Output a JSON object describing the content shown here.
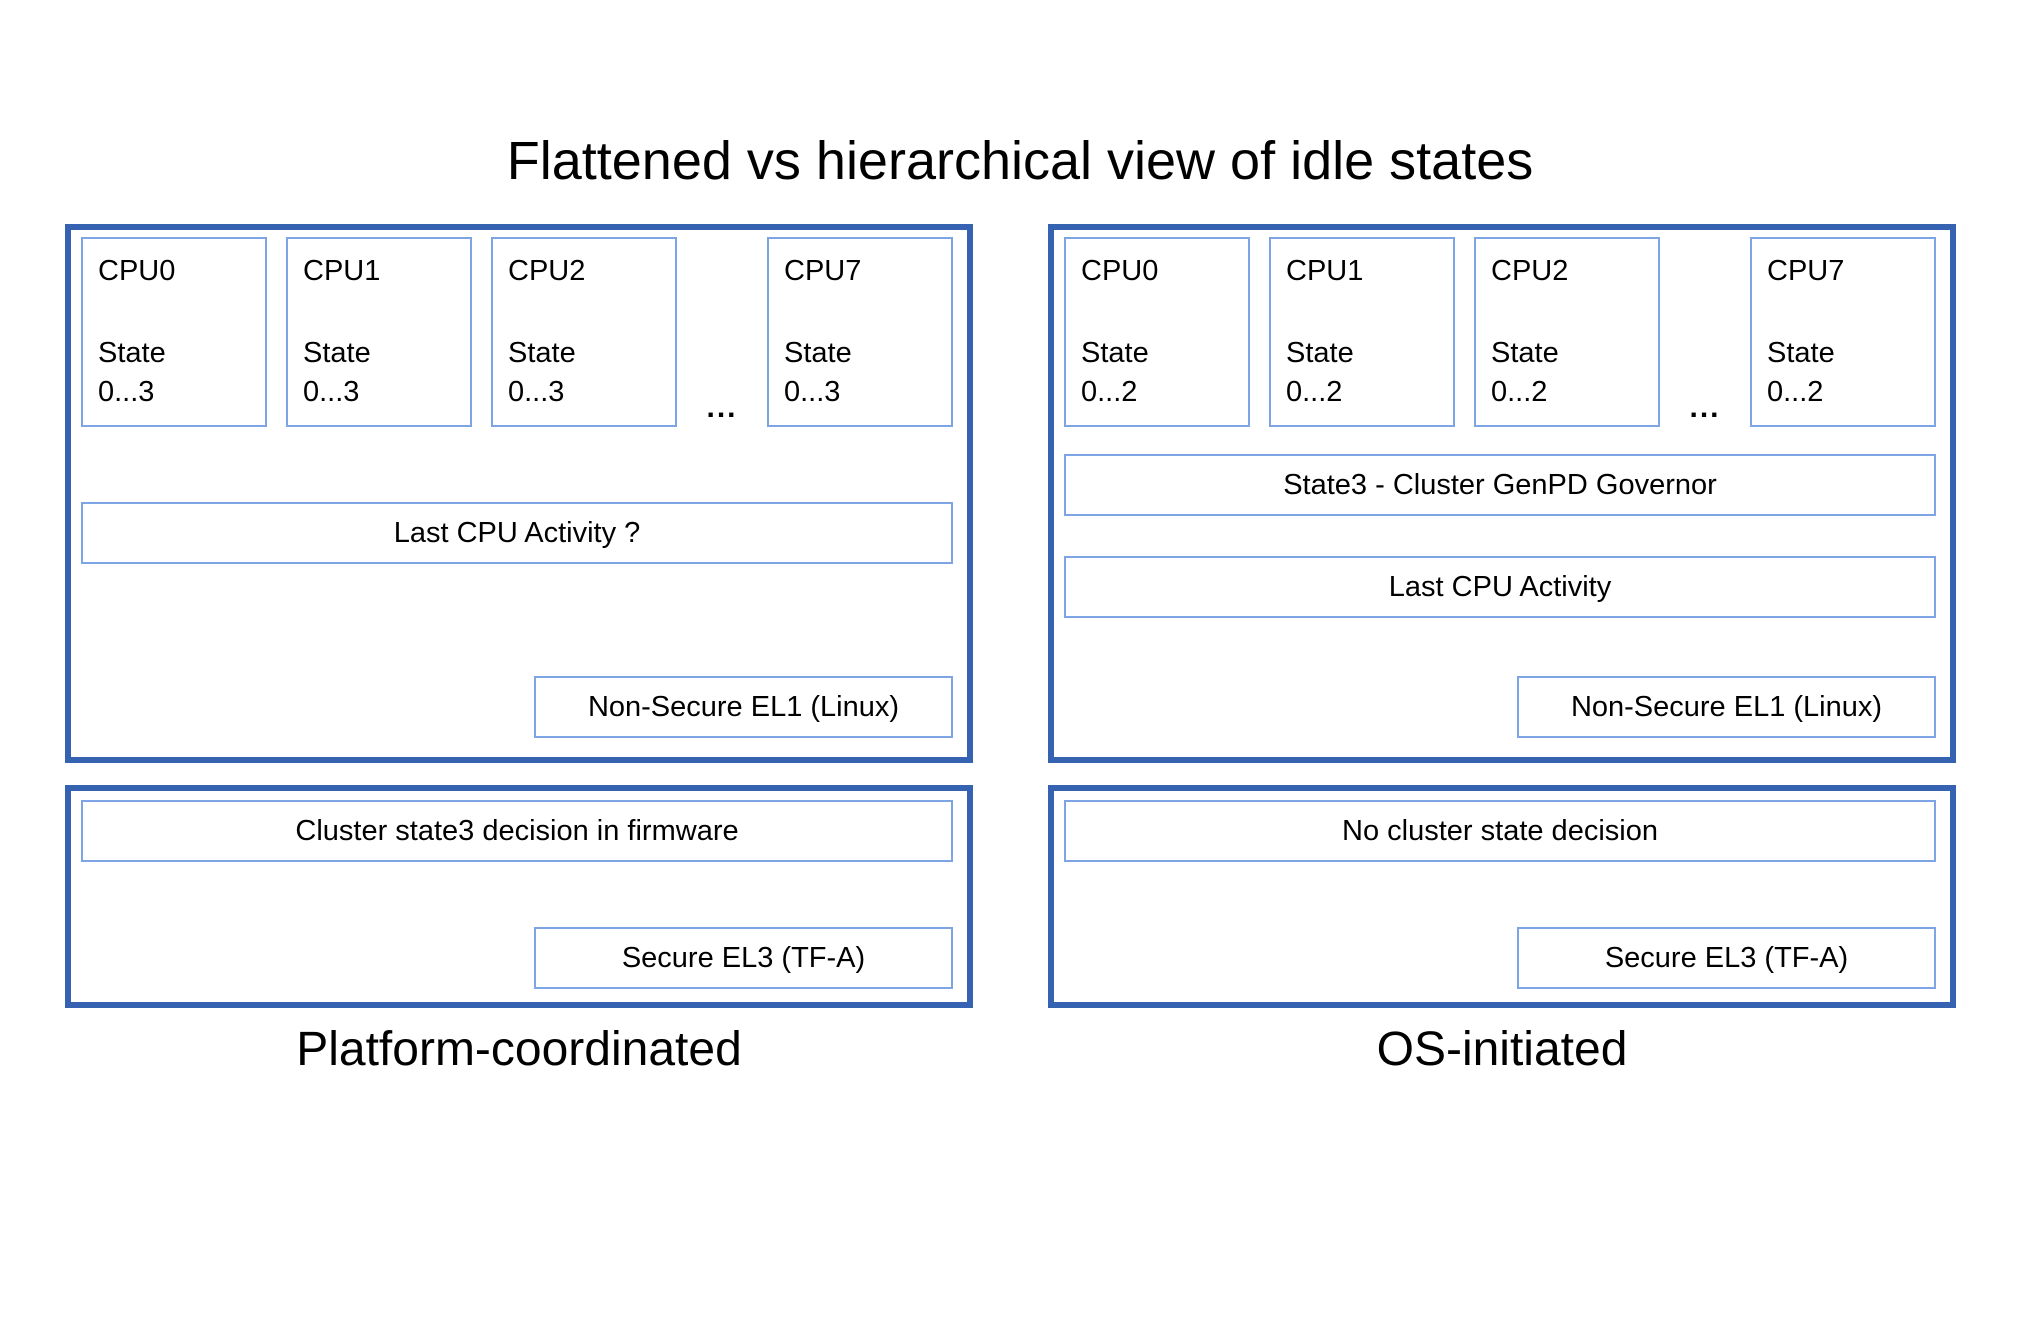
{
  "title": "Flattened vs hierarchical view of idle states",
  "colors": {
    "panel_border": "#3563B1",
    "box_border": "#7DA5E6",
    "text": "#000000",
    "background": "#FFFFFF"
  },
  "panels": {
    "left": {
      "caption": "Platform-coordinated",
      "nonsecure": {
        "cpus": [
          {
            "name": "CPU0",
            "state_word": "State",
            "state_range": "0...3"
          },
          {
            "name": "CPU1",
            "state_word": "State",
            "state_range": "0...3"
          },
          {
            "name": "CPU2",
            "state_word": "State",
            "state_range": "0...3"
          },
          {
            "name": "CPU7",
            "state_word": "State",
            "state_range": "0...3"
          }
        ],
        "ellipsis": "...",
        "row1": "Last CPU Activity ?",
        "corner": "Non-Secure EL1 (Linux)"
      },
      "secure": {
        "row1": "Cluster state3 decision in firmware",
        "corner": "Secure EL3 (TF-A)"
      }
    },
    "right": {
      "caption": "OS-initiated",
      "nonsecure": {
        "cpus": [
          {
            "name": "CPU0",
            "state_word": "State",
            "state_range": "0...2"
          },
          {
            "name": "CPU1",
            "state_word": "State",
            "state_range": "0...2"
          },
          {
            "name": "CPU2",
            "state_word": "State",
            "state_range": "0...2"
          },
          {
            "name": "CPU7",
            "state_word": "State",
            "state_range": "0...2"
          }
        ],
        "ellipsis": "...",
        "row1": "State3 - Cluster GenPD Governor",
        "row2": "Last CPU Activity",
        "corner": "Non-Secure EL1 (Linux)"
      },
      "secure": {
        "row1": "No cluster state decision",
        "corner": "Secure EL3 (TF-A)"
      }
    }
  }
}
